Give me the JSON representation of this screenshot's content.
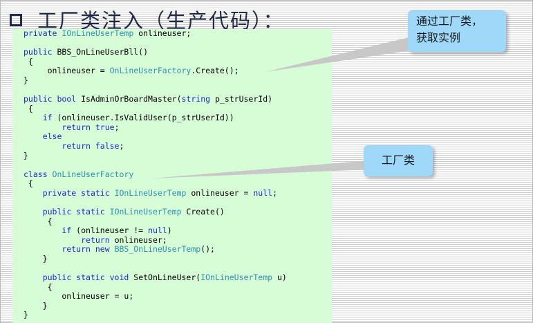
{
  "slide": {
    "title": "工厂类注入（生产代码）：",
    "callouts": [
      {
        "lines": [
          "通过工厂类，",
          "获取实例"
        ]
      },
      {
        "lines": [
          "工厂类"
        ]
      }
    ]
  },
  "code": {
    "lines": [
      [
        [
          "kw",
          "private "
        ],
        [
          "ty",
          "IOnLineUserTemp"
        ],
        [
          "pl",
          " onlineuser;"
        ]
      ],
      [],
      [
        [
          "kw",
          "public "
        ],
        [
          "pl",
          "BBS_OnLineUserBll()"
        ]
      ],
      [
        [
          "pl",
          " {"
        ]
      ],
      [
        [
          "pl",
          "     onlineuser = "
        ],
        [
          "ty",
          "OnLineUserFactory"
        ],
        [
          "pl",
          ".Create();"
        ]
      ],
      [
        [
          "pl",
          "}"
        ]
      ],
      [],
      [
        [
          "kw",
          "public bool "
        ],
        [
          "pl",
          "IsAdminOrBoardMaster("
        ],
        [
          "kw",
          "string "
        ],
        [
          "pl",
          "p_strUserId)"
        ]
      ],
      [
        [
          "pl",
          " {"
        ]
      ],
      [
        [
          "pl",
          "    "
        ],
        [
          "kw",
          "if "
        ],
        [
          "pl",
          "(onlineuser.IsValidUser(p_strUserId))"
        ]
      ],
      [
        [
          "pl",
          "        "
        ],
        [
          "kw",
          "return true"
        ],
        [
          "pl",
          ";"
        ]
      ],
      [
        [
          "pl",
          "    "
        ],
        [
          "kw",
          "else"
        ]
      ],
      [
        [
          "pl",
          "        "
        ],
        [
          "kw",
          "return false"
        ],
        [
          "pl",
          ";"
        ]
      ],
      [
        [
          "pl",
          "}"
        ]
      ],
      [],
      [
        [
          "kw",
          "class "
        ],
        [
          "ty",
          "OnLineUserFactory"
        ]
      ],
      [
        [
          "pl",
          " {"
        ]
      ],
      [
        [
          "pl",
          "    "
        ],
        [
          "kw",
          "private static "
        ],
        [
          "ty",
          "IOnLineUserTemp"
        ],
        [
          "pl",
          " onlineuser = "
        ],
        [
          "kw",
          "null"
        ],
        [
          "pl",
          ";"
        ]
      ],
      [],
      [
        [
          "pl",
          "    "
        ],
        [
          "kw",
          "public static "
        ],
        [
          "ty",
          "IOnLineUserTemp"
        ],
        [
          "pl",
          " Create()"
        ]
      ],
      [
        [
          "pl",
          "     {"
        ]
      ],
      [
        [
          "pl",
          "        "
        ],
        [
          "kw",
          "if "
        ],
        [
          "pl",
          "(onlineuser != "
        ],
        [
          "kw",
          "null"
        ],
        [
          "pl",
          ")"
        ]
      ],
      [
        [
          "pl",
          "            "
        ],
        [
          "kw",
          "return "
        ],
        [
          "pl",
          "onlineuser;"
        ]
      ],
      [
        [
          "pl",
          "        "
        ],
        [
          "kw",
          "return new "
        ],
        [
          "ty",
          "BBS_OnLineUserTemp"
        ],
        [
          "pl",
          "();"
        ]
      ],
      [
        [
          "pl",
          "    }"
        ]
      ],
      [],
      [
        [
          "pl",
          "    "
        ],
        [
          "kw",
          "public static void "
        ],
        [
          "pl",
          "SetOnLineUser("
        ],
        [
          "ty",
          "IOnLineUserTemp"
        ],
        [
          "pl",
          " u)"
        ]
      ],
      [
        [
          "pl",
          "     {"
        ]
      ],
      [
        [
          "pl",
          "        onlineuser = u;"
        ]
      ],
      [
        [
          "pl",
          "    }"
        ]
      ],
      [
        [
          "pl",
          "}"
        ]
      ]
    ]
  },
  "colors": {
    "keyword": "#1f1fd0",
    "type": "#2b91af",
    "code_background": "#d7fdd7",
    "callout_background": "#9fd9f9",
    "title": "#1d2a4a"
  },
  "icons": {
    "bullet": "hollow-square-bullet-icon"
  }
}
